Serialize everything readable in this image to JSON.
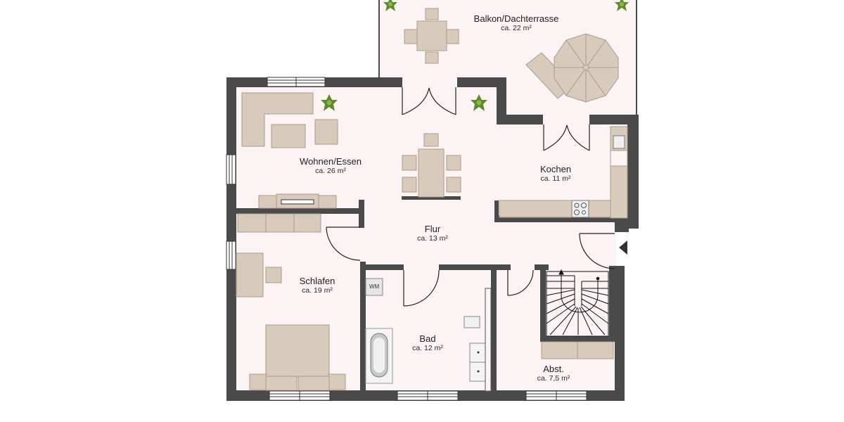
{
  "floorplan": {
    "colors": {
      "floor": "#fcf4f4",
      "wall": "#4a4a4a",
      "furniture": "#d9cbbb",
      "furniture_stroke": "#a99a8a",
      "plant": "#5e8a2a",
      "window": "#ffffff"
    },
    "rooms": [
      {
        "id": "balkon",
        "name": "Balkon/Dachterrasse",
        "area": "ca. 22 m²"
      },
      {
        "id": "wohnen",
        "name": "Wohnen/Essen",
        "area": "ca. 26 m²"
      },
      {
        "id": "kochen",
        "name": "Kochen",
        "area": "ca. 11 m²"
      },
      {
        "id": "flur",
        "name": "Flur",
        "area": "ca. 13 m²"
      },
      {
        "id": "schlafen",
        "name": "Schlafen",
        "area": "ca. 19 m²"
      },
      {
        "id": "bad",
        "name": "Bad",
        "area": "ca. 12 m²"
      },
      {
        "id": "abst",
        "name": "Abst.",
        "area": "ca. 7,5 m²"
      }
    ],
    "fixtures": {
      "washing_machine_label": "WM"
    },
    "entrance_marker": "entrance-arrow"
  }
}
